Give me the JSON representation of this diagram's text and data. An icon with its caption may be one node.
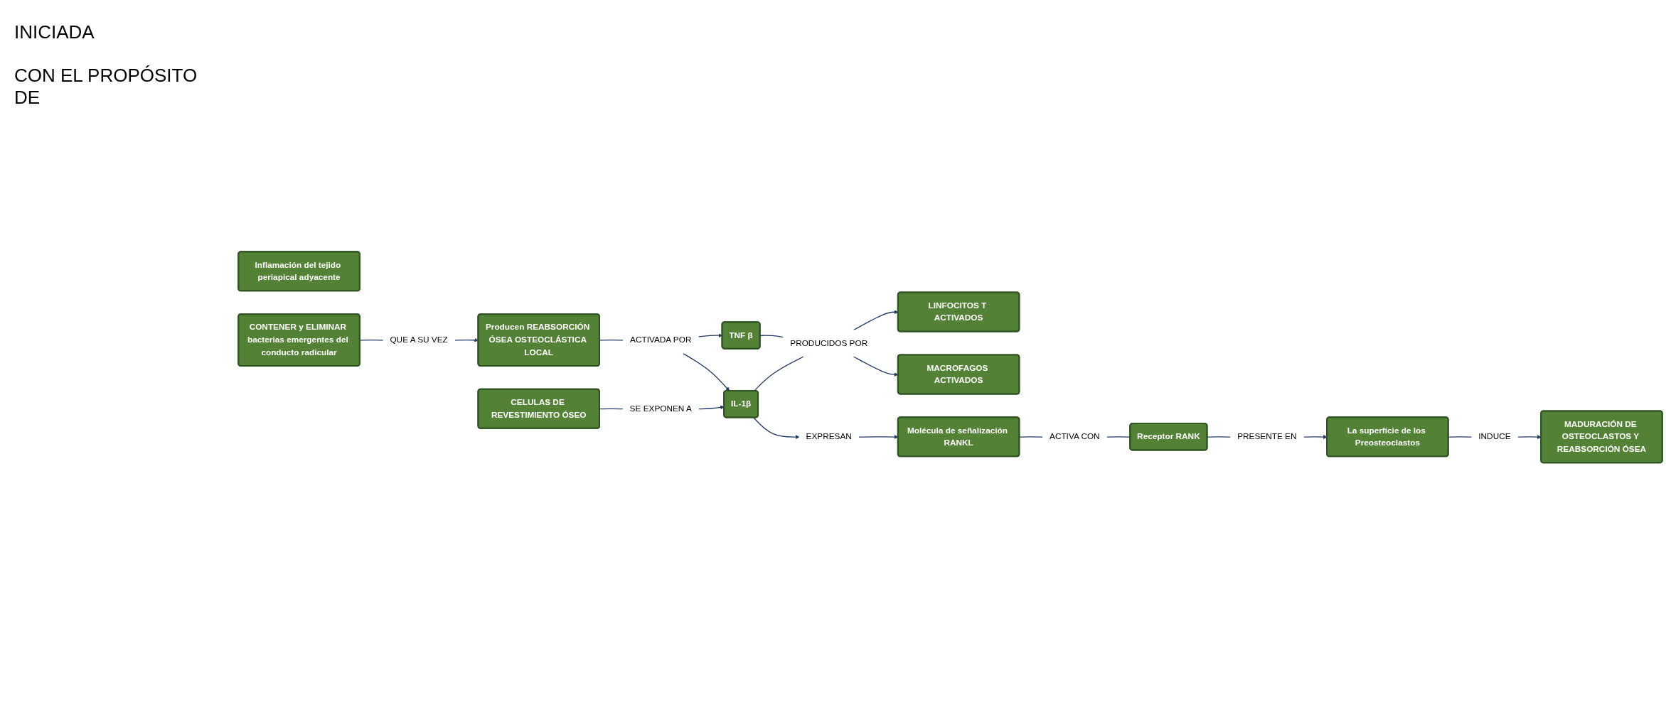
{
  "diagram": {
    "nodes": [
      {
        "text": [
          "Inflamación del tejido periapical adyacente"
        ]
      },
      {
        "text": [
          "CONTENER y ELIMINAR bacterias emergentes del conducto radicular"
        ]
      },
      {
        "text": [
          "QUE A SU VEZ"
        ]
      },
      {
        "text": [
          "Producen REABSORCIÓN ÓSEA OSTEOCLÁSTICA LOCAL"
        ]
      },
      {
        "text": [
          "ACTIVADA POR"
        ]
      },
      {
        "text": [
          "LINFOCITOS T ACTIVADOS"
        ]
      },
      {
        "text": [
          "MACROFAGOS ACTIVADOS"
        ]
      },
      {
        "text": [
          "PRODUCIDOS POR"
        ]
      },
      {
        "text": [
          "TNF β"
        ]
      },
      {
        "text": [
          "IL-1β"
        ]
      },
      {
        "text": [
          "CELULAS DE REVESTIMIENTO ÓSEO"
        ]
      },
      {
        "text": [
          "SE EXPONEN A"
        ]
      },
      {
        "text": [
          "EXPRESAN"
        ]
      },
      {
        "text": [
          "Molécula de señalización RANKL"
        ]
      },
      {
        "text": [
          "ACTIVA CON"
        ]
      },
      {
        "text": [
          "Receptor RANK"
        ]
      },
      {
        "text": [
          "PRESENTE EN"
        ]
      },
      {
        "text": [
          "La superficie de los Preosteoclastos"
        ]
      },
      {
        "text": [
          "INDUCE"
        ]
      },
      {
        "text": [
          "MADURACIÓN DE OSTEOCLASTOS Y REABSORCIÓN ÓSEA"
        ]
      }
    ],
    "edges": [
      {
        "from": 1,
        "to": 2,
        "arrow": "none"
      },
      {
        "from": 2,
        "to": 3,
        "arrow": "to"
      },
      {
        "from": 3,
        "to": 4,
        "arrow": "none"
      },
      {
        "from": 4,
        "to": 8,
        "arrow": "to"
      },
      {
        "from": 4,
        "to": 9,
        "arrow": "to"
      },
      {
        "from": 8,
        "to": 7,
        "arrow": "none"
      },
      {
        "from": 9,
        "to": 7,
        "arrow": "none"
      },
      {
        "from": 7,
        "to": 5,
        "arrow": "to"
      },
      {
        "from": 7,
        "to": 6,
        "arrow": "to"
      },
      {
        "from": 10,
        "to": 11,
        "arrow": "none"
      },
      {
        "from": 11,
        "to": 9,
        "arrow": "to"
      },
      {
        "from": 9,
        "to": 12,
        "arrow": "to"
      },
      {
        "from": 12,
        "to": 13,
        "arrow": "to"
      },
      {
        "from": 13,
        "to": 14,
        "arrow": "none"
      },
      {
        "from": 14,
        "to": 15,
        "arrow": "none"
      },
      {
        "from": 15,
        "to": 16,
        "arrow": "none"
      },
      {
        "from": 16,
        "to": 17,
        "arrow": "to"
      },
      {
        "from": 17,
        "to": 18,
        "arrow": "none"
      },
      {
        "from": 18,
        "to": 19,
        "arrow": "to"
      }
    ],
    "labels": [
      "INICIADA",
      "CON EL PROPÓSITO DE"
    ]
  }
}
